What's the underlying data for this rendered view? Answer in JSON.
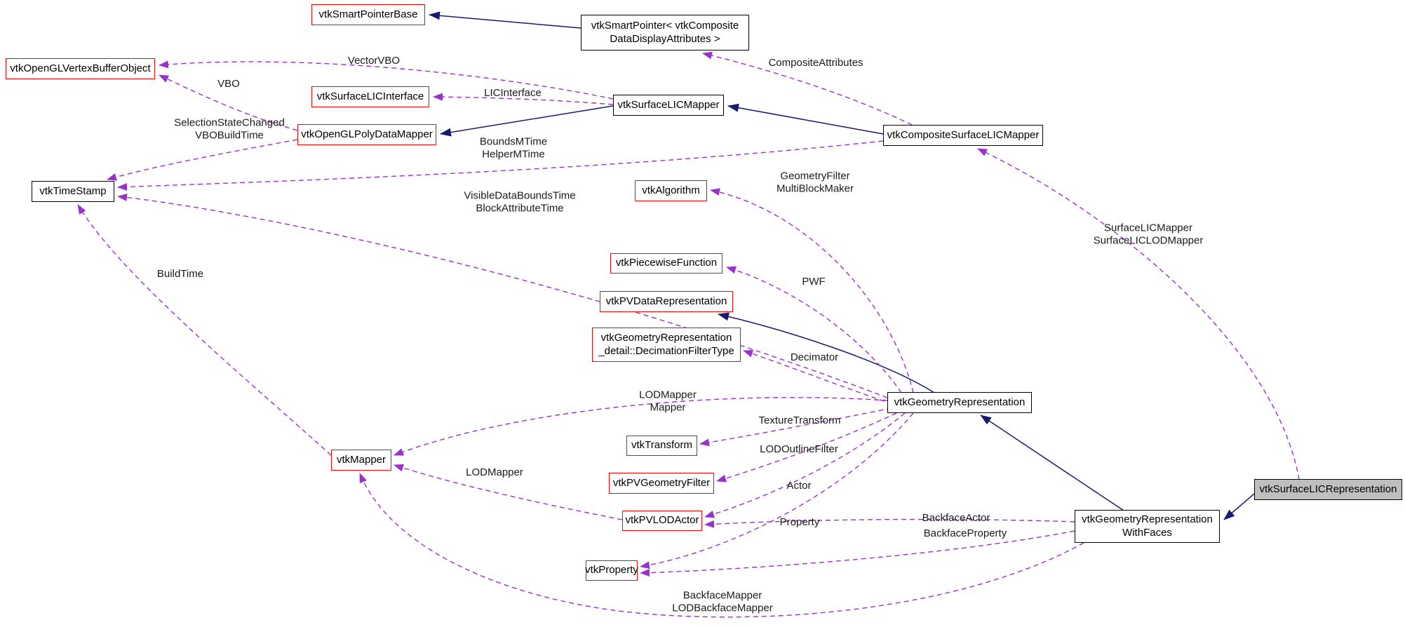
{
  "diagram": {
    "kind": "class-collaboration-graph",
    "current_class": "vtkSurfaceLICRepresentation",
    "background": "#ffffff"
  },
  "colors": {
    "inheritance_edge": "#191970",
    "usage_edge": "#9932cc",
    "linked_class_border": "#ff0000",
    "class_border": "#000000",
    "current_class_fill": "#bfbfbf",
    "box_fill": "#ffffff",
    "text": "#000000"
  },
  "nodes": {
    "smart_pointer_base": {
      "label": "vtkSmartPointerBase",
      "style": "linked"
    },
    "smart_pointer": {
      "line1": "vtkSmartPointer< vtkComposite",
      "line2": "DataDisplayAttributes >",
      "style": "plain"
    },
    "vertex_buffer_object": {
      "label": "vtkOpenGLVertexBufferObject",
      "style": "linked"
    },
    "surface_lic_interface": {
      "label": "vtkSurfaceLICInterface",
      "style": "linked"
    },
    "surface_lic_mapper": {
      "label": "vtkSurfaceLICMapper",
      "style": "plain"
    },
    "opengl_polydata_mapper": {
      "label": "vtkOpenGLPolyDataMapper",
      "style": "linked"
    },
    "composite_surface_lic_mapper": {
      "label": "vtkCompositeSurfaceLICMapper",
      "style": "plain"
    },
    "time_stamp": {
      "label": "vtkTimeStamp",
      "style": "plain"
    },
    "algorithm": {
      "label": "vtkAlgorithm",
      "style": "linked"
    },
    "piecewise_function": {
      "label": "vtkPiecewiseFunction",
      "style": "linked"
    },
    "pv_data_representation": {
      "label": "vtkPVDataRepresentation",
      "style": "linked"
    },
    "decimation_filter_type": {
      "line1": "vtkGeometryRepresentation",
      "line2": "_detail::DecimationFilterType",
      "style": "linked"
    },
    "geometry_representation": {
      "label": "vtkGeometryRepresentation",
      "style": "plain"
    },
    "transform": {
      "label": "vtkTransform",
      "style": "linked"
    },
    "mapper": {
      "label": "vtkMapper",
      "style": "linked"
    },
    "pv_geometry_filter": {
      "label": "vtkPVGeometryFilter",
      "style": "linked"
    },
    "pv_lod_actor": {
      "label": "vtkPVLODActor",
      "style": "linked"
    },
    "vtk_property": {
      "label": "vtkProperty",
      "style": "linked"
    },
    "geometry_representation_with_faces": {
      "line1": "vtkGeometryRepresentation",
      "line2": "WithFaces",
      "style": "plain"
    },
    "surface_lic_representation": {
      "label": "vtkSurfaceLICRepresentation",
      "style": "current"
    }
  },
  "edge_labels": {
    "vector_vbo": {
      "text": "VectorVBO"
    },
    "composite_attributes": {
      "text": "CompositeAttributes"
    },
    "lic_interface": {
      "text": "LICInterface"
    },
    "vbo": {
      "text": "VBO"
    },
    "selection_state": {
      "line1": "SelectionStateChanged",
      "line2": "VBOBuildTime"
    },
    "bounds_mtime": {
      "line1": "BoundsMTime",
      "line2": "HelperMTime"
    },
    "geometry_filter": {
      "line1": "GeometryFilter",
      "line2": "MultiBlockMaker"
    },
    "visible_bounds": {
      "line1": "VisibleDataBoundsTime",
      "line2": "BlockAttributeTime"
    },
    "surface_lic_mappers": {
      "line1": "SurfaceLICMapper",
      "line2": "SurfaceLICLODMapper"
    },
    "build_time": {
      "text": "BuildTime"
    },
    "pwf": {
      "text": "PWF"
    },
    "decimator": {
      "text": "Decimator"
    },
    "lod_mapper_mapper": {
      "line1": "LODMapper",
      "line2": "Mapper"
    },
    "texture_transform": {
      "text": "TextureTransform"
    },
    "lod_outline_filter": {
      "text": "LODOutlineFilter"
    },
    "lod_mapper": {
      "text": "LODMapper"
    },
    "actor": {
      "text": "Actor"
    },
    "property": {
      "text": "Property"
    },
    "backface_actor": {
      "text": "BackfaceActor"
    },
    "backface_property": {
      "text": "BackfaceProperty"
    },
    "backface_mapper": {
      "line1": "BackfaceMapper",
      "line2": "LODBackfaceMapper"
    }
  },
  "edges": [
    {
      "from": "smart_pointer",
      "to": "smart_pointer_base",
      "style": "inheritance"
    },
    {
      "from": "surface_lic_mapper",
      "to": "opengl_polydata_mapper",
      "style": "inheritance"
    },
    {
      "from": "composite_surface_lic_mapper",
      "to": "surface_lic_mapper",
      "style": "inheritance"
    },
    {
      "from": "geometry_representation",
      "to": "pv_data_representation",
      "style": "inheritance"
    },
    {
      "from": "geometry_representation_with_faces",
      "to": "geometry_representation",
      "style": "inheritance"
    },
    {
      "from": "surface_lic_representation",
      "to": "geometry_representation_with_faces",
      "style": "inheritance"
    },
    {
      "from": "surface_lic_mapper",
      "to": "vertex_buffer_object",
      "style": "usage",
      "label_ref": "vector_vbo"
    },
    {
      "from": "surface_lic_mapper",
      "to": "surface_lic_interface",
      "style": "usage",
      "label_ref": "lic_interface"
    },
    {
      "from": "composite_surface_lic_mapper",
      "to": "smart_pointer",
      "style": "usage",
      "label_ref": "composite_attributes"
    },
    {
      "from": "opengl_polydata_mapper",
      "to": "vertex_buffer_object",
      "style": "usage",
      "label_ref": "vbo"
    },
    {
      "from": "opengl_polydata_mapper",
      "to": "time_stamp",
      "style": "usage",
      "label_ref": "selection_state"
    },
    {
      "from": "composite_surface_lic_mapper",
      "to": "time_stamp",
      "style": "usage",
      "label_ref": "bounds_mtime"
    },
    {
      "from": "geometry_representation",
      "to": "time_stamp",
      "style": "usage",
      "label_ref": "visible_bounds"
    },
    {
      "from": "mapper",
      "to": "time_stamp",
      "style": "usage",
      "label_ref": "build_time"
    },
    {
      "from": "geometry_representation",
      "to": "algorithm",
      "style": "usage",
      "label_ref": "geometry_filter"
    },
    {
      "from": "geometry_representation",
      "to": "piecewise_function",
      "style": "usage",
      "label_ref": "pwf"
    },
    {
      "from": "geometry_representation",
      "to": "decimation_filter_type",
      "style": "usage",
      "label_ref": "decimator"
    },
    {
      "from": "geometry_representation",
      "to": "mapper",
      "style": "usage",
      "label_ref": "lod_mapper_mapper"
    },
    {
      "from": "geometry_representation",
      "to": "transform",
      "style": "usage",
      "label_ref": "texture_transform"
    },
    {
      "from": "geometry_representation",
      "to": "pv_geometry_filter",
      "style": "usage",
      "label_ref": "lod_outline_filter"
    },
    {
      "from": "geometry_representation",
      "to": "pv_lod_actor",
      "style": "usage",
      "label_ref": "actor"
    },
    {
      "from": "geometry_representation",
      "to": "vtk_property",
      "style": "usage",
      "label_ref": "property"
    },
    {
      "from": "geometry_representation_with_faces",
      "to": "pv_lod_actor",
      "style": "usage",
      "label_ref": "backface_actor"
    },
    {
      "from": "geometry_representation_with_faces",
      "to": "vtk_property",
      "style": "usage",
      "label_ref": "backface_property"
    },
    {
      "from": "geometry_representation_with_faces",
      "to": "mapper",
      "style": "usage",
      "label_ref": "backface_mapper"
    },
    {
      "from": "pv_lod_actor",
      "to": "mapper",
      "style": "usage",
      "label_ref": "lod_mapper"
    },
    {
      "from": "surface_lic_representation",
      "to": "composite_surface_lic_mapper",
      "style": "usage",
      "label_ref": "surface_lic_mappers"
    }
  ]
}
